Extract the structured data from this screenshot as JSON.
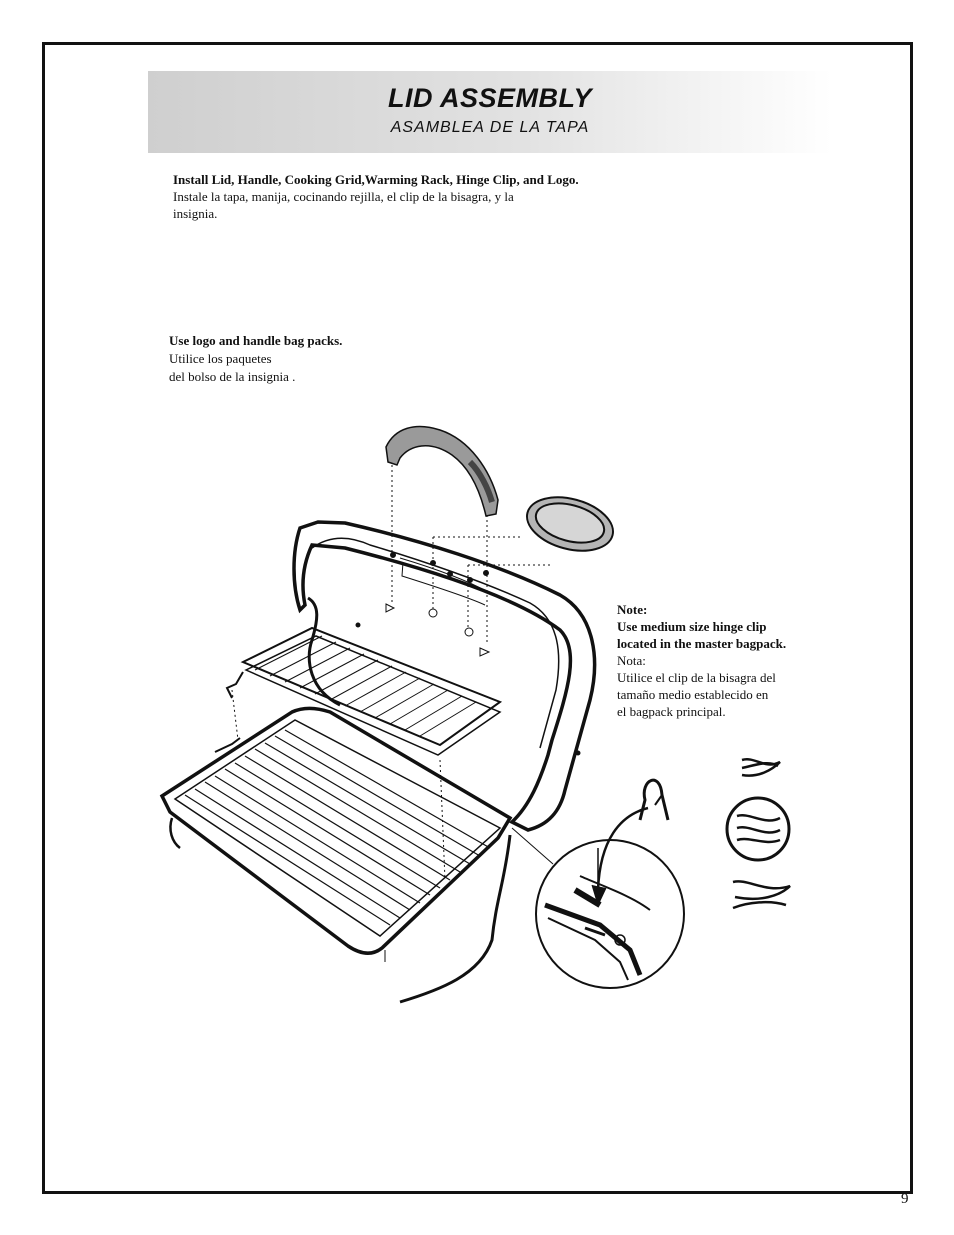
{
  "header": {
    "title": "LID ASSEMBLY",
    "subtitle": "ASAMBLEA DE LA TAPA"
  },
  "instructions": {
    "main_bold": "Install Lid, Handle, Cooking Grid,Warming Rack, Hinge Clip, and Logo.",
    "main_es_line1": "Instale la tapa, manija, cocinando rejilla, el clip de la bisagra, y la",
    "main_es_line2": "insignia."
  },
  "bag_packs": {
    "bold": "Use logo and handle bag packs.",
    "es_line1": "Utilice los paquetes",
    "es_line2": "del bolso de la insignia ."
  },
  "note": {
    "label": "Note:",
    "bold_line1": "Use medium size hinge clip",
    "bold_line2": "located in the master bagpack.",
    "es_label": "Nota:",
    "es_line1": "Utilice el clip de la bisagra del",
    "es_line2": "tamaño medio establecido en",
    "es_line3": "el bagpack principal."
  },
  "page_number": "9",
  "illustration": {
    "icons": [
      "grill-lid-icon",
      "handle-icon",
      "logo-plate-icon",
      "warming-rack-icon",
      "cooking-grid-icon",
      "hinge-detail-icon",
      "hinge-clip-icon"
    ]
  }
}
